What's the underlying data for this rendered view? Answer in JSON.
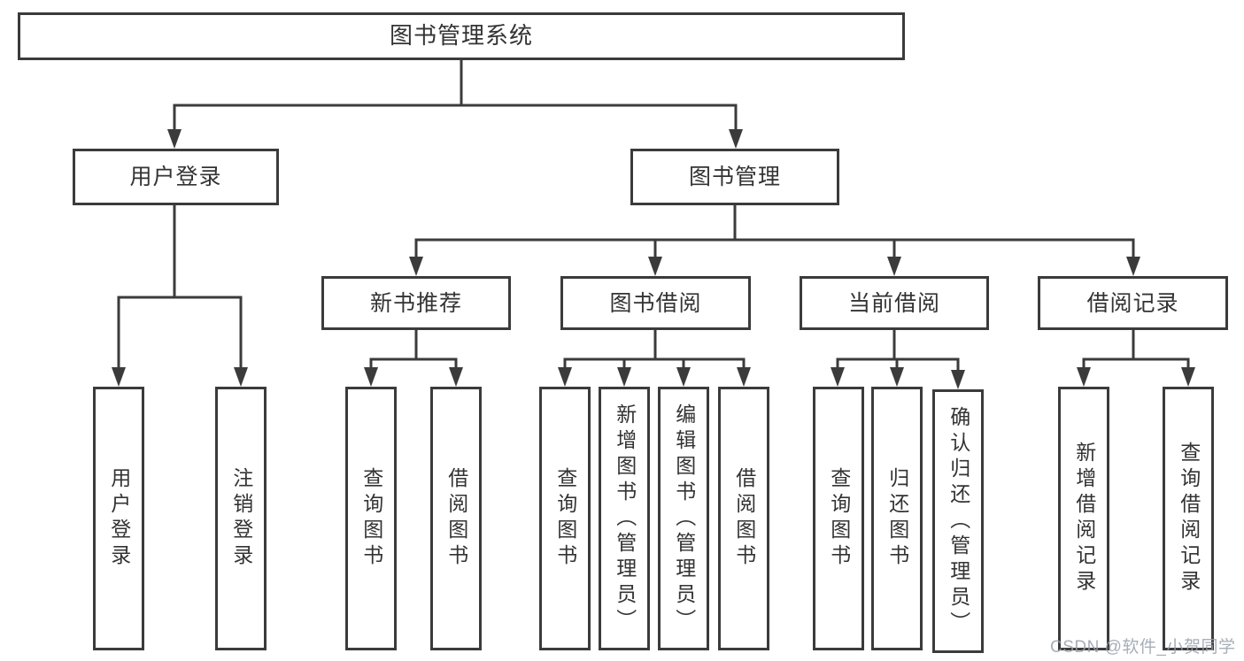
{
  "diagram": {
    "root": {
      "label": "图书管理系统"
    },
    "branches": [
      {
        "label": "用户登录",
        "children": [
          {
            "label": "用户登录"
          },
          {
            "label": "注销登录"
          }
        ]
      },
      {
        "label": "图书管理",
        "children": [
          {
            "label": "新书推荐",
            "children": [
              {
                "label": "查询图书"
              },
              {
                "label": "借阅图书"
              }
            ]
          },
          {
            "label": "图书借阅",
            "children": [
              {
                "label": "查询图书"
              },
              {
                "label": "新增图书（管理员）"
              },
              {
                "label": "编辑图书（管理员）"
              },
              {
                "label": "借阅图书"
              }
            ]
          },
          {
            "label": "当前借阅",
            "children": [
              {
                "label": "查询图书"
              },
              {
                "label": "归还图书"
              },
              {
                "label": "确认归还（管理员）"
              }
            ]
          },
          {
            "label": "借阅记录",
            "children": [
              {
                "label": "新增借阅记录"
              },
              {
                "label": "查询借阅记录"
              }
            ]
          }
        ]
      }
    ],
    "watermark": "CSDN @软件_小贺同学",
    "colors": {
      "stroke": "#3b3b3b",
      "text": "#333333",
      "background": "#ffffff",
      "watermark_text": "#98a0ab"
    }
  }
}
